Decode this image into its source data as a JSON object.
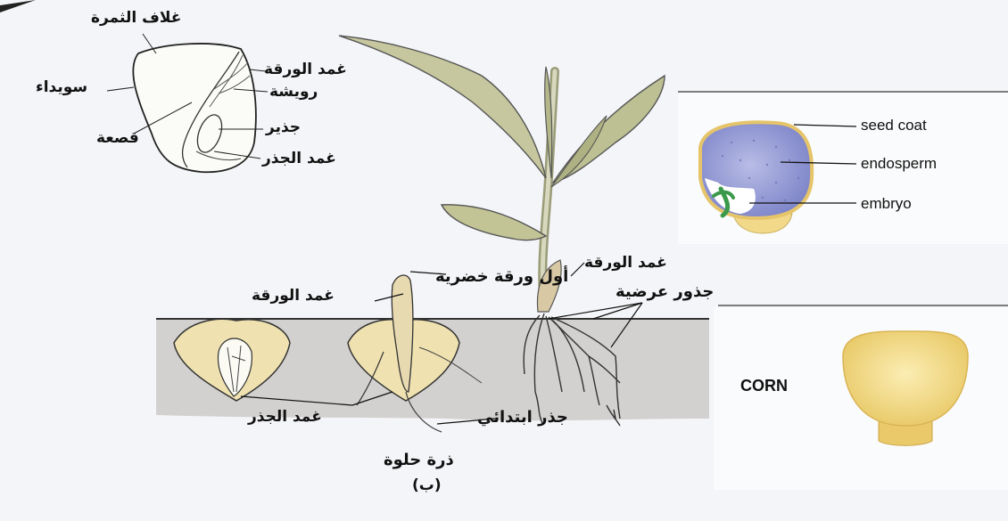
{
  "left_seed": {
    "labels": {
      "pericarp": "غلاف الثمرة",
      "coleoptile": "غمد الورقة",
      "endosperm": "سويداء",
      "plumule": "رويشة",
      "radicle": "جذير",
      "scutellum": "قصعة",
      "coleorhiza": "غمد الجذر"
    }
  },
  "germination": {
    "labels": {
      "coleoptile": "غمد الورقة",
      "first_leaf": "أول ورقة خضرية",
      "coleoptile_right": "غمد الورقة",
      "adventitious_roots": "جذور عرضية",
      "coleorhiza": "غمد الجذر",
      "primary_root": "جذر ابتدائي"
    },
    "caption": "ذرة حلوة",
    "caption_letter": "(ب)"
  },
  "right_seed": {
    "labels": {
      "seed_coat": "seed coat",
      "endosperm": "endosperm",
      "embryo": "embryo"
    }
  },
  "corn": {
    "label": "CORN"
  },
  "colors": {
    "seed_fill": "#efe2b0",
    "kernel_blue": "#9aa0d8",
    "kernel_base": "#f2d98a",
    "corn_yellow": "#f3dc8a",
    "leaf_green": "#b9bd8e",
    "soil": "#cdcbc8"
  }
}
